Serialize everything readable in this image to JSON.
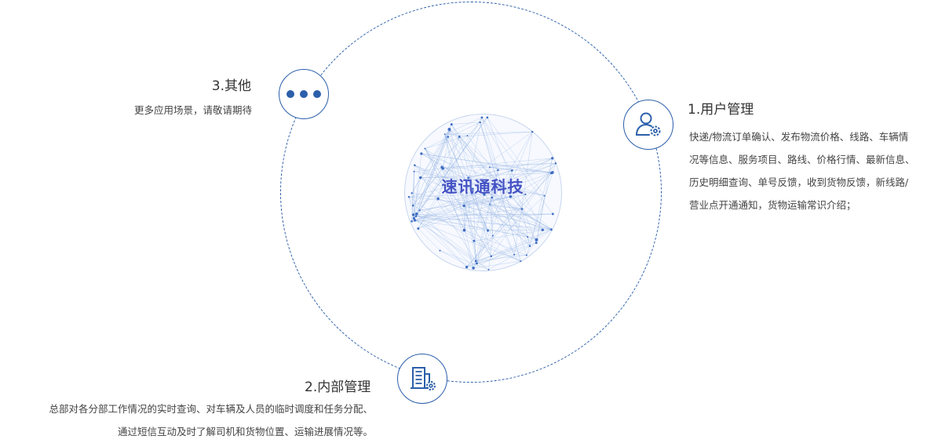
{
  "center": {
    "title": "速讯通科技"
  },
  "items": [
    {
      "heading": "1.用户管理",
      "lines": [
        "快递/物流订单确认、发布物流价格、线路、车辆情",
        "况等信息、服务项目、路线、价格行情、最新信息、",
        "历史明细查询、单号反馈，收到货物反馈，新线路/",
        "营业点开通通知，货物运输常识介绍；"
      ],
      "icon": "user-gear-icon"
    },
    {
      "heading": "2.内部管理",
      "lines": [
        "总部对各分部工作情况的实时查询、对车辆及人员的临时调度和任务分配、",
        "通过短信互动及时了解司机和货物位置、运输进展情况等。"
      ],
      "icon": "building-gear-icon"
    },
    {
      "heading": "3.其他",
      "lines": [
        "更多应用场景，请敬请期待"
      ],
      "icon": "more-dots-icon"
    }
  ],
  "colors": {
    "accent": "#2c5faa",
    "center_title": "#4452c4"
  }
}
